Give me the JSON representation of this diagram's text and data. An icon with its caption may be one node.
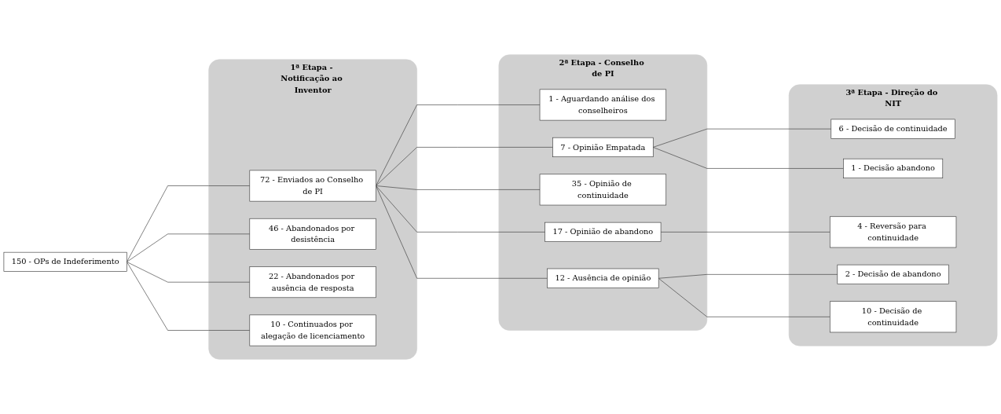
{
  "diagram": {
    "nodes": [
      {
        "text": [
          "150 - OPs de Indeferimento"
        ]
      },
      {
        "text": [
          "1ª Etapa - Notificação ao Inventor"
        ]
      },
      {
        "text": [
          "72 - Enviados ao Conselho de PI"
        ],
        "in": 1
      },
      {
        "text": [
          "46 - Abandonados por desistência"
        ],
        "in": 1
      },
      {
        "text": [
          "22 - Abandonados por ausência de resposta"
        ],
        "in": 1
      },
      {
        "text": [
          "10 - Continuados por alegação de licenciamento"
        ],
        "in": 1
      },
      {
        "text": [
          "2ª Etapa - Conselho de PI"
        ]
      },
      {
        "text": [
          "1 - Aguardando análise dos conselheiros"
        ],
        "in": 6
      },
      {
        "text": [
          "7 - Opinião Empatada"
        ],
        "in": 6
      },
      {
        "text": [
          "35 - Opinião de continuidade"
        ],
        "in": 6
      },
      {
        "text": [
          "17 - Opinião de abandono"
        ],
        "in": 6
      },
      {
        "text": [
          "12 - Ausência de opinião"
        ],
        "in": 6
      },
      {
        "text": [
          "3ª Etapa - Direção do NIT"
        ]
      },
      {
        "text": [
          "6 - Decisão de continuidade"
        ],
        "in": 12
      },
      {
        "text": [
          "1 - Decisão abandono"
        ],
        "in": 12
      },
      {
        "text": [
          "4 - Reversão para continuidade"
        ],
        "in": 12
      },
      {
        "text": [
          "2 - Decisão de abandono"
        ],
        "in": 12
      },
      {
        "text": [
          "10 - Decisão de continuidade"
        ],
        "in": 12
      }
    ],
    "edges": [
      {
        "from": 0,
        "to": 2,
        "arrow": "none"
      },
      {
        "from": 0,
        "to": 3,
        "arrow": "none"
      },
      {
        "from": 0,
        "to": 4,
        "arrow": "none"
      },
      {
        "from": 0,
        "to": 5,
        "arrow": "none"
      },
      {
        "from": 2,
        "to": 7,
        "arrow": "none"
      },
      {
        "from": 2,
        "to": 8,
        "arrow": "none"
      },
      {
        "from": 2,
        "to": 9,
        "arrow": "none"
      },
      {
        "from": 2,
        "to": 10,
        "arrow": "none"
      },
      {
        "from": 2,
        "to": 11,
        "arrow": "none"
      },
      {
        "from": 8,
        "to": 13,
        "arrow": "none"
      },
      {
        "from": 8,
        "to": 14,
        "arrow": "none"
      },
      {
        "from": 10,
        "to": 15,
        "arrow": "none"
      },
      {
        "from": 11,
        "to": 16,
        "arrow": "none"
      },
      {
        "from": 11,
        "to": 17,
        "arrow": "none"
      }
    ]
  }
}
